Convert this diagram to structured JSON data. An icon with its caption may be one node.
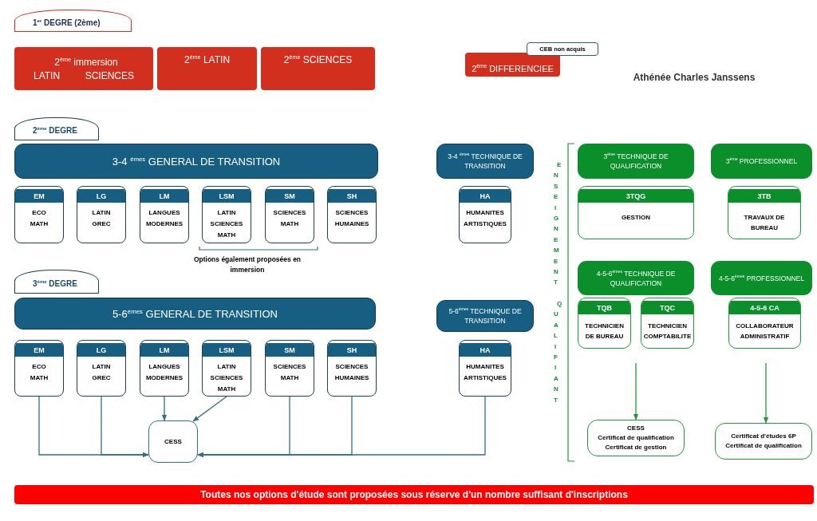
{
  "diagram": {
    "nodes": [
      {
        "text": [
          "1$^{er}$ DEGRE (2ème)"
        ]
      },
      {
        "text": [
          "2$^{ème}$ immersion",
          "LATIN",
          "SCIENCES"
        ]
      },
      {
        "text": [
          "2$^{ème}$ LATIN"
        ]
      },
      {
        "text": [
          "2$^{ème}$ SCIENCES"
        ]
      },
      {
        "text": [
          "2$^{ème}$ DIFFERENCIEE"
        ]
      },
      {
        "text": [
          "CEB non acquis"
        ]
      },
      {
        "text": [
          "2$^{ème}$ DEGRE"
        ]
      },
      {
        "text": [
          "3-4 $^{èmes}$ GENERAL DE TRANSITION"
        ]
      },
      {
        "text": [
          "EM",
          "ECO MATH"
        ]
      },
      {
        "text": [
          "LG",
          "LATIN GREC"
        ]
      },
      {
        "text": [
          "LM",
          "LANGUES MODERNES"
        ]
      },
      {
        "text": [
          "LSM",
          "LATIN SCIENCES MATH"
        ]
      },
      {
        "text": [
          "SM",
          "SCIENCES MATH"
        ]
      },
      {
        "text": [
          "SH",
          "SCIENCES HUMAINES"
        ]
      },
      {
        "text": [
          "3-4 $^{èmes}$ TECHNIQUE DE TRANSITION"
        ]
      },
      {
        "text": [
          "HA",
          "HUMANITES ARTISTIQUES"
        ]
      },
      {
        "text": [
          "3$^{ème}$ DEGRE"
        ]
      },
      {
        "text": [
          "5-6$^{èmes}$ GENERAL DE TRANSITION"
        ]
      },
      {
        "text": [
          "EM",
          "ECO MATH"
        ]
      },
      {
        "text": [
          "LG",
          "LATIN GREC"
        ]
      },
      {
        "text": [
          "LM",
          "LANGUES MODERNES"
        ]
      },
      {
        "text": [
          "LSM",
          "LATIN SCIENCES MATH"
        ]
      },
      {
        "text": [
          "SM",
          "SCIENCES MATH"
        ]
      },
      {
        "text": [
          "SH",
          "SCIENCES HUMAINES"
        ]
      },
      {
        "text": [
          "5-6$^{èmes}$ TECHNIQUE DE TRANSITION"
        ]
      },
      {
        "text": [
          "HA",
          "HUMANITES ARTISTIQUES"
        ]
      },
      {
        "text": [
          "CESS"
        ]
      },
      {
        "text": [
          "3$^{ème}$ TECHNIQUE DE QUALIFICATION"
        ]
      },
      {
        "text": [
          "3$^{ème}$ PROFESSIONNEL"
        ]
      },
      {
        "text": [
          "3TQG",
          "GESTION"
        ]
      },
      {
        "text": [
          "3TB",
          "TRAVAUX DE BUREAU"
        ]
      },
      {
        "text": [
          "4-5-6$^{èmes}$ TECHNIQUE DE QUALIFICATION"
        ]
      },
      {
        "text": [
          "4-5-6$^{èmes}$ PROFESSIONNEL"
        ]
      },
      {
        "text": [
          "TQB",
          "TECHNICIEN DE BUREAU"
        ]
      },
      {
        "text": [
          "TQC",
          "TECHNICIEN COMPTABILITE"
        ]
      },
      {
        "text": [
          "4-5-6 CA",
          "COLLABORATEUR ADMINISTRATIF"
        ]
      },
      {
        "text": [
          "CESS",
          "Certificat de qualification",
          "Certificat de gestion"
        ]
      },
      {
        "text": [
          "Certificat d'études 6P",
          "Certificat de qualification"
        ]
      },
      {
        "text": [
          "Toutes nos options d'étude sont proposées sous réserve d'un nombre suffisant d'inscriptions"
        ]
      }
    ],
    "edges": [
      {
        "from": 18,
        "to": 26,
        "arrow": "to"
      },
      {
        "from": 19,
        "to": 26,
        "arrow": "to"
      },
      {
        "from": 20,
        "to": 26,
        "arrow": "to"
      },
      {
        "from": 21,
        "to": 26,
        "arrow": "to"
      },
      {
        "from": 22,
        "to": 26,
        "arrow": "to"
      },
      {
        "from": 23,
        "to": 26,
        "arrow": "to"
      },
      {
        "from": 25,
        "to": 26,
        "arrow": "to"
      },
      {
        "from": null,
        "to": 36,
        "arrow": "to",
        "color": "#1f9a35"
      },
      {
        "from": null,
        "to": 37,
        "arrow": "to",
        "color": "#1f9a35"
      }
    ],
    "labels": [
      "Athénée Charles Janssens",
      "Options également proposées en immersion",
      "ENSEIGNEMENT QUALIFIANT"
    ]
  }
}
